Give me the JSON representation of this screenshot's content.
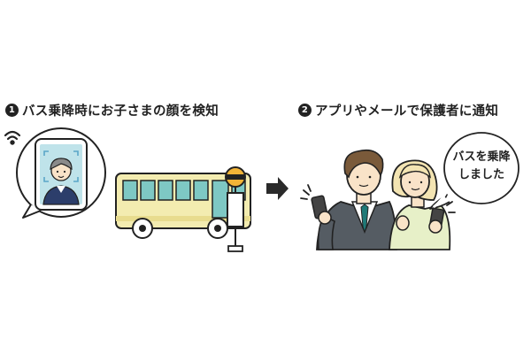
{
  "steps": [
    {
      "number": "1",
      "label": "バス乗降時にお子さまの顔を検知"
    },
    {
      "number": "2",
      "label": "アプリやメールで保護者に通知"
    }
  ],
  "speech_bubble": {
    "text": "バスを乗降\nしました"
  },
  "icons": [
    "wifi-signal-icon",
    "smartphone-face-scan-icon",
    "bus-icon",
    "bus-stop-sign-icon",
    "right-arrow-icon",
    "father-with-phone-icon",
    "mother-with-phone-icon"
  ],
  "colors": {
    "bus_body": "#f3ecb0",
    "bus_windows": "#7ec8c4",
    "phone_screen": "#bfe3ea",
    "ink": "#222222",
    "bus_stop_top": "#f2b437"
  }
}
